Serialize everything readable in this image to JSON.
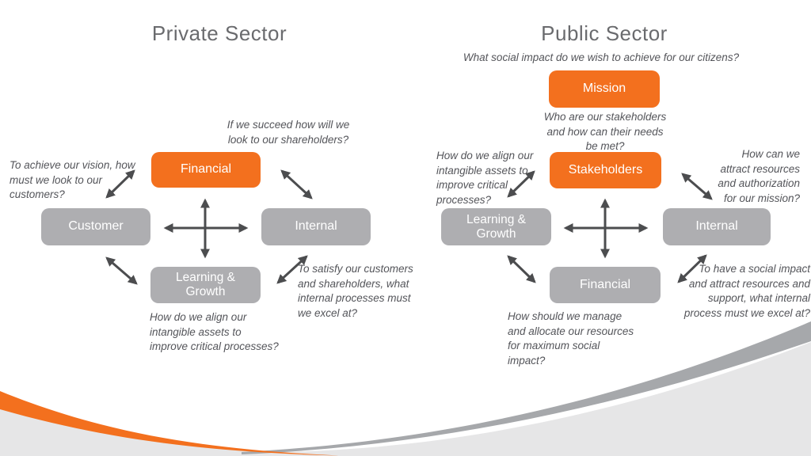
{
  "colors": {
    "accent_orange": "#f3701e",
    "box_gray": "#aeaeb1",
    "arrow_gray": "#4c4d4f",
    "text_gray": "#54555a",
    "title_gray": "#6a6b6e",
    "swoosh_band_gray": "#a6a8ab",
    "swoosh_fill_gray": "#e6e6e7"
  },
  "private": {
    "title": "Private Sector",
    "boxes": {
      "financial": "Financial",
      "customer": "Customer",
      "internal": "Internal",
      "learning_growth": "Learning &\nGrowth"
    },
    "notes": {
      "shareholders": "If we succeed how will we\nlook to our shareholders?",
      "customers": "To achieve our vision, how\nmust we look to our\ncustomers?",
      "internal_processes": "To satisfy our customers\nand shareholders, what\ninternal processes must\nwe excel at?",
      "intangible": "How do we align our\nintangible assets to\nimprove critical processes?"
    }
  },
  "public": {
    "title": "Public Sector",
    "boxes": {
      "mission": "Mission",
      "stakeholders": "Stakeholders",
      "learning_growth": "Learning &\nGrowth",
      "internal": "Internal",
      "financial": "Financial"
    },
    "notes": {
      "citizens": "What social impact do we wish to achieve for our citizens?",
      "stakeholders_needs": "Who are our stakeholders\nand how can their needs\nbe met?",
      "intangible": "How do we align our\nintangible assets to\nimprove critical\nprocesses?",
      "resources": "How can we\nattract resources\nand authorization\nfor our mission?",
      "manage": "How should we manage\nand allocate our resources\nfor maximum social\nimpact?",
      "social_impact": "To have a social impact\nand attract resources and\nsupport, what internal\nprocess must we excel at?"
    }
  }
}
